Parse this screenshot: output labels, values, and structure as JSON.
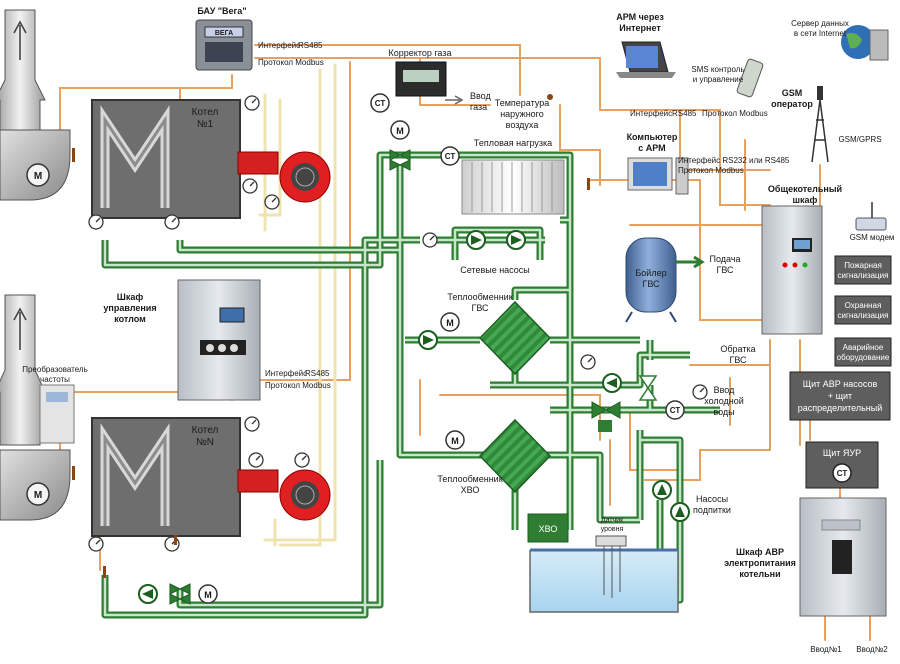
{
  "boiler1": {
    "title": "Котел",
    "number": "№1"
  },
  "boilerN": {
    "title": "Котел",
    "number": "№N"
  },
  "bau": {
    "title": "БАУ \"Вега\"",
    "screen_brand": "ВЕГА",
    "iface1": "Интерфейс",
    "iface1_type": "RS485",
    "protocol": "Протокол Modbus"
  },
  "shkaf_kotlom": {
    "line1": "Шкаф",
    "line2": "управления",
    "line3": "котлом",
    "iface": "Интерфейс",
    "iface_type": "RS485",
    "protocol": "Протокол Modbus"
  },
  "gas": {
    "corrector": "Корректор газа",
    "input_line1": "Ввод",
    "input_line2": "газа",
    "ct": "СТ"
  },
  "temp_air": {
    "line1": "Температура",
    "line2": "наружного",
    "line3": "воздуха"
  },
  "heat_load": "Тепловая нагрузка",
  "arm_internet": {
    "line1": "АРМ через",
    "line2": "Интернет",
    "iface": "Интерфейс",
    "iface_type": "RS485",
    "protocol": "Протокол Modbus"
  },
  "sms": {
    "line1": "SMS контроль",
    "line2": "и управление"
  },
  "gsm": {
    "line1": "GSM",
    "line2": "оператор",
    "gprs": "GSM/GPRS",
    "modem": "GSM модем"
  },
  "server": {
    "line1": "Сервер данных",
    "line2": "в сети Internet"
  },
  "computer": {
    "line1": "Компьютер",
    "line2": "с АРМ",
    "iface": "Интерфейс RS232 или RS485",
    "protocol": "Протокол Modbus"
  },
  "main_cabinet": {
    "line1": "Общекотельный",
    "line2": "шкаф"
  },
  "alarms": {
    "fire_line1": "Пожарная",
    "fire_line2": "сигнализация",
    "security_line1": "Охранная",
    "security_line2": "сигнализация",
    "emergency_line1": "Аварийное",
    "emergency_line2": "оборудование"
  },
  "avr_pumps": {
    "line1": "Щит АВР насосов",
    "line2": "+ щит",
    "line3": "распределительный"
  },
  "yaur": {
    "title": "Щит ЯУР",
    "ct": "СТ"
  },
  "avr_power": {
    "line1": "Шкаф АВР",
    "line2": "электропитания",
    "line3": "котельни"
  },
  "inputs": {
    "in1": "Ввод№1",
    "in2": "Ввод№2"
  },
  "network_pumps": "Сетевые насосы",
  "boiler_gvs": {
    "line1": "Бойлер",
    "line2": "ГВС"
  },
  "supply_gvs": {
    "line1": "Подача",
    "line2": "ГВС"
  },
  "return_gvs": {
    "line1": "Обратка",
    "line2": "ГВС"
  },
  "cold_water": {
    "line1": "Ввод",
    "line2": "холодной",
    "line3": "воды",
    "ct": "СТ"
  },
  "hx_gvs": {
    "line1": "Теплообменник",
    "line2": "ГВС"
  },
  "hx_hvo": {
    "line1": "Теплообменник",
    "line2": "ХВО"
  },
  "hvo": "ХВО",
  "level_sensor": {
    "line1": "Датчик",
    "line2": "уровня"
  },
  "makeup_pumps": {
    "line1": "Насосы",
    "line2": "подпитки"
  },
  "freq_converter": {
    "line1": "Преобразователь",
    "line2": "частоты"
  },
  "ct_label": "СТ",
  "motor_label": "М",
  "colors": {
    "pipe_green": "#2e7d32",
    "pipe_light": "#e8d8a0",
    "cable_orange": "#e8a060",
    "boiler_fill": "#6e6e6e",
    "burner_red": "#d42020",
    "vessel_blue": "#5b82b8"
  }
}
